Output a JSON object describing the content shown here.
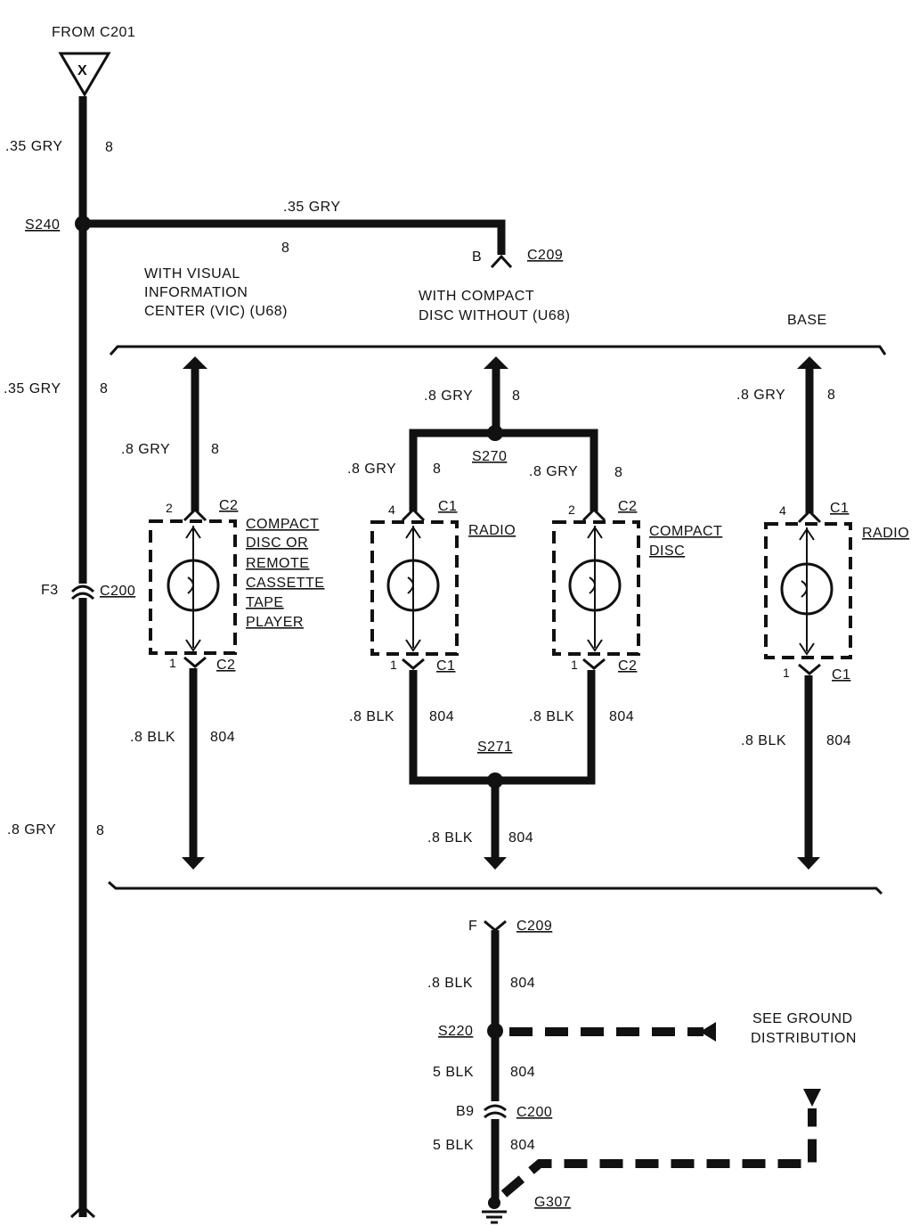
{
  "header": {
    "from": "FROM C201",
    "source_symbol": "X"
  },
  "left_wire": {
    "top_wire": ".35 GRY",
    "top_circuit": "8",
    "splice": "S240",
    "mid_wire": ".35 GRY",
    "mid_circuit": "8",
    "conn_pin": "F3",
    "conn": "C200",
    "low_wire": ".8 GRY",
    "low_circuit": "8"
  },
  "branch": {
    "wire": ".35 GRY",
    "circuit": "8",
    "conn_pin": "B",
    "conn": "C209"
  },
  "options": {
    "vic": "WITH VISUAL\nINFORMATION\nCENTER (VIC) (U68)",
    "cd": "WITH COMPACT\nDISC WITHOUT (U68)",
    "base": "BASE"
  },
  "col1": {
    "top_wire": ".8 GRY",
    "top_circuit": "8",
    "pin_top": "2",
    "conn_top": "C2",
    "device": [
      "COMPACT",
      "DISC OR",
      "REMOTE",
      "CASSETTE",
      "TAPE",
      "PLAYER"
    ],
    "pin_bot": "1",
    "conn_bot": "C2",
    "bot_wire": ".8 BLK",
    "bot_circuit": "804"
  },
  "col2": {
    "top_wire": ".8 GRY",
    "top_circuit": "8",
    "splice_top": "S270",
    "left_wire": ".8 GRY",
    "left_circuit": "8",
    "right_wire": ".8 GRY",
    "right_circuit": "8",
    "radio_pin_top": "4",
    "radio_conn_top": "C1",
    "radio_label": "RADIO",
    "radio_pin_bot": "1",
    "radio_conn_bot": "C1",
    "cd_pin_top": "2",
    "cd_conn_top": "C2",
    "cd_label": [
      "COMPACT",
      "DISC"
    ],
    "cd_pin_bot": "1",
    "cd_conn_bot": "C2",
    "left_bot_wire": ".8 BLK",
    "left_bot_circuit": "804",
    "right_bot_wire": ".8 BLK",
    "right_bot_circuit": "804",
    "splice_bot": "S271",
    "bot_wire": ".8 BLK",
    "bot_circuit": "804"
  },
  "col3": {
    "top_wire": ".8 GRY",
    "top_circuit": "8",
    "pin_top": "4",
    "conn_top": "C1",
    "label": "RADIO",
    "pin_bot": "1",
    "conn_bot": "C1",
    "bot_wire": ".8 BLK",
    "bot_circuit": "804"
  },
  "ground": {
    "conn1_pin": "F",
    "conn1": "C209",
    "wire1": ".8 BLK",
    "circuit1": "804",
    "splice": "S220",
    "see": "SEE GROUND\nDISTRIBUTION",
    "wire2": "5 BLK",
    "circuit2": "804",
    "conn2_pin": "B9",
    "conn2": "C200",
    "wire3": "5 BLK",
    "circuit3": "804",
    "ground": "G307"
  }
}
